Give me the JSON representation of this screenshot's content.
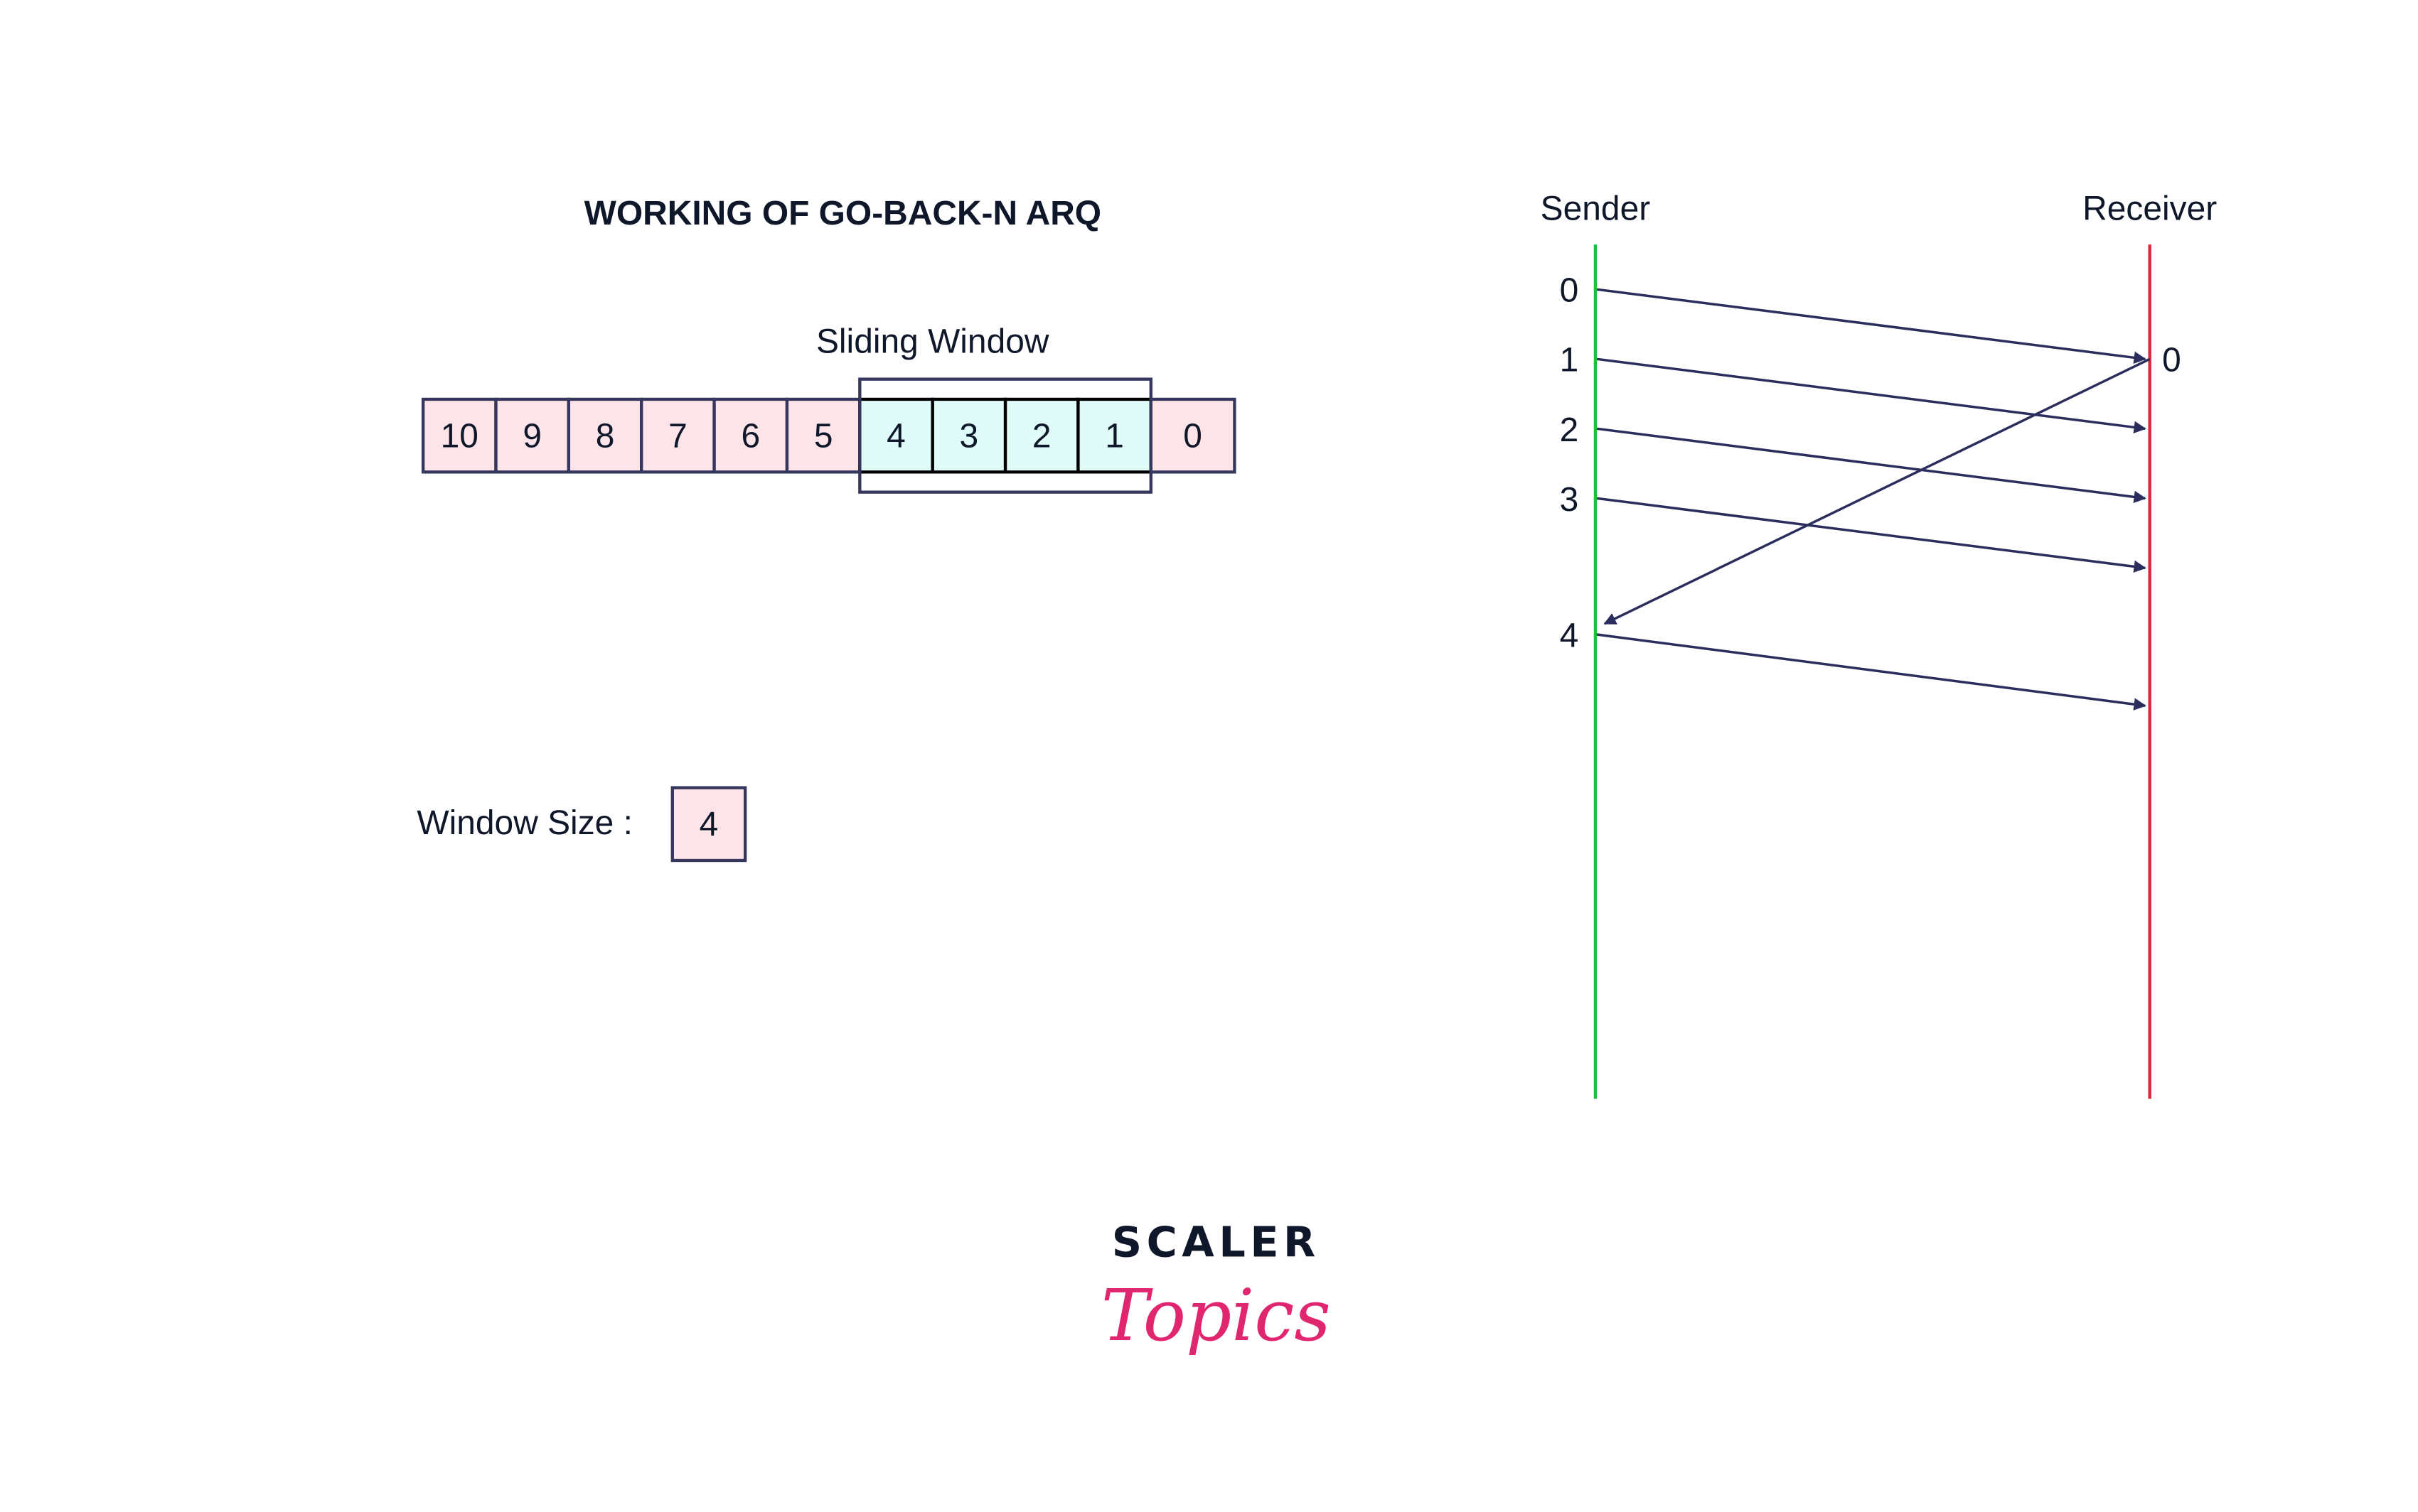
{
  "title": "WORKING OF GO-BACK-N ARQ",
  "sliding_window": {
    "label": "Sliding Window",
    "frames": [
      {
        "value": "10",
        "in_window": false
      },
      {
        "value": "9",
        "in_window": false
      },
      {
        "value": "8",
        "in_window": false
      },
      {
        "value": "7",
        "in_window": false
      },
      {
        "value": "6",
        "in_window": false
      },
      {
        "value": "5",
        "in_window": false
      },
      {
        "value": "4",
        "in_window": true
      },
      {
        "value": "3",
        "in_window": true
      },
      {
        "value": "2",
        "in_window": true
      },
      {
        "value": "1",
        "in_window": true
      },
      {
        "value": "0",
        "in_window": false
      }
    ]
  },
  "window_size": {
    "label": "Window Size :",
    "value": "4"
  },
  "timeline": {
    "sender_label": "Sender",
    "receiver_label": "Receiver",
    "sender_frames": [
      "0",
      "1",
      "2",
      "3",
      "4"
    ],
    "receiver_frames": [
      "0"
    ],
    "messages": [
      {
        "from": "sender",
        "frame": "0",
        "direction": "to-receiver"
      },
      {
        "from": "sender",
        "frame": "1",
        "direction": "to-receiver"
      },
      {
        "from": "sender",
        "frame": "2",
        "direction": "to-receiver"
      },
      {
        "from": "sender",
        "frame": "3",
        "direction": "to-receiver"
      },
      {
        "from": "receiver",
        "frame": "0",
        "direction": "to-sender",
        "type": "ack"
      },
      {
        "from": "sender",
        "frame": "4",
        "direction": "to-receiver"
      }
    ]
  },
  "colors": {
    "frame_outside_window": "#fde4e8",
    "frame_in_window": "#e0fcf8",
    "frame_border": "#35375f",
    "sender_line": "#1fbf3b",
    "receiver_line": "#e0243a",
    "arrow": "#2b2d5c",
    "logo_pink": "#e0266e",
    "text": "#0f172a"
  },
  "logo": {
    "line1": "SCALER",
    "line2": "Topics"
  }
}
